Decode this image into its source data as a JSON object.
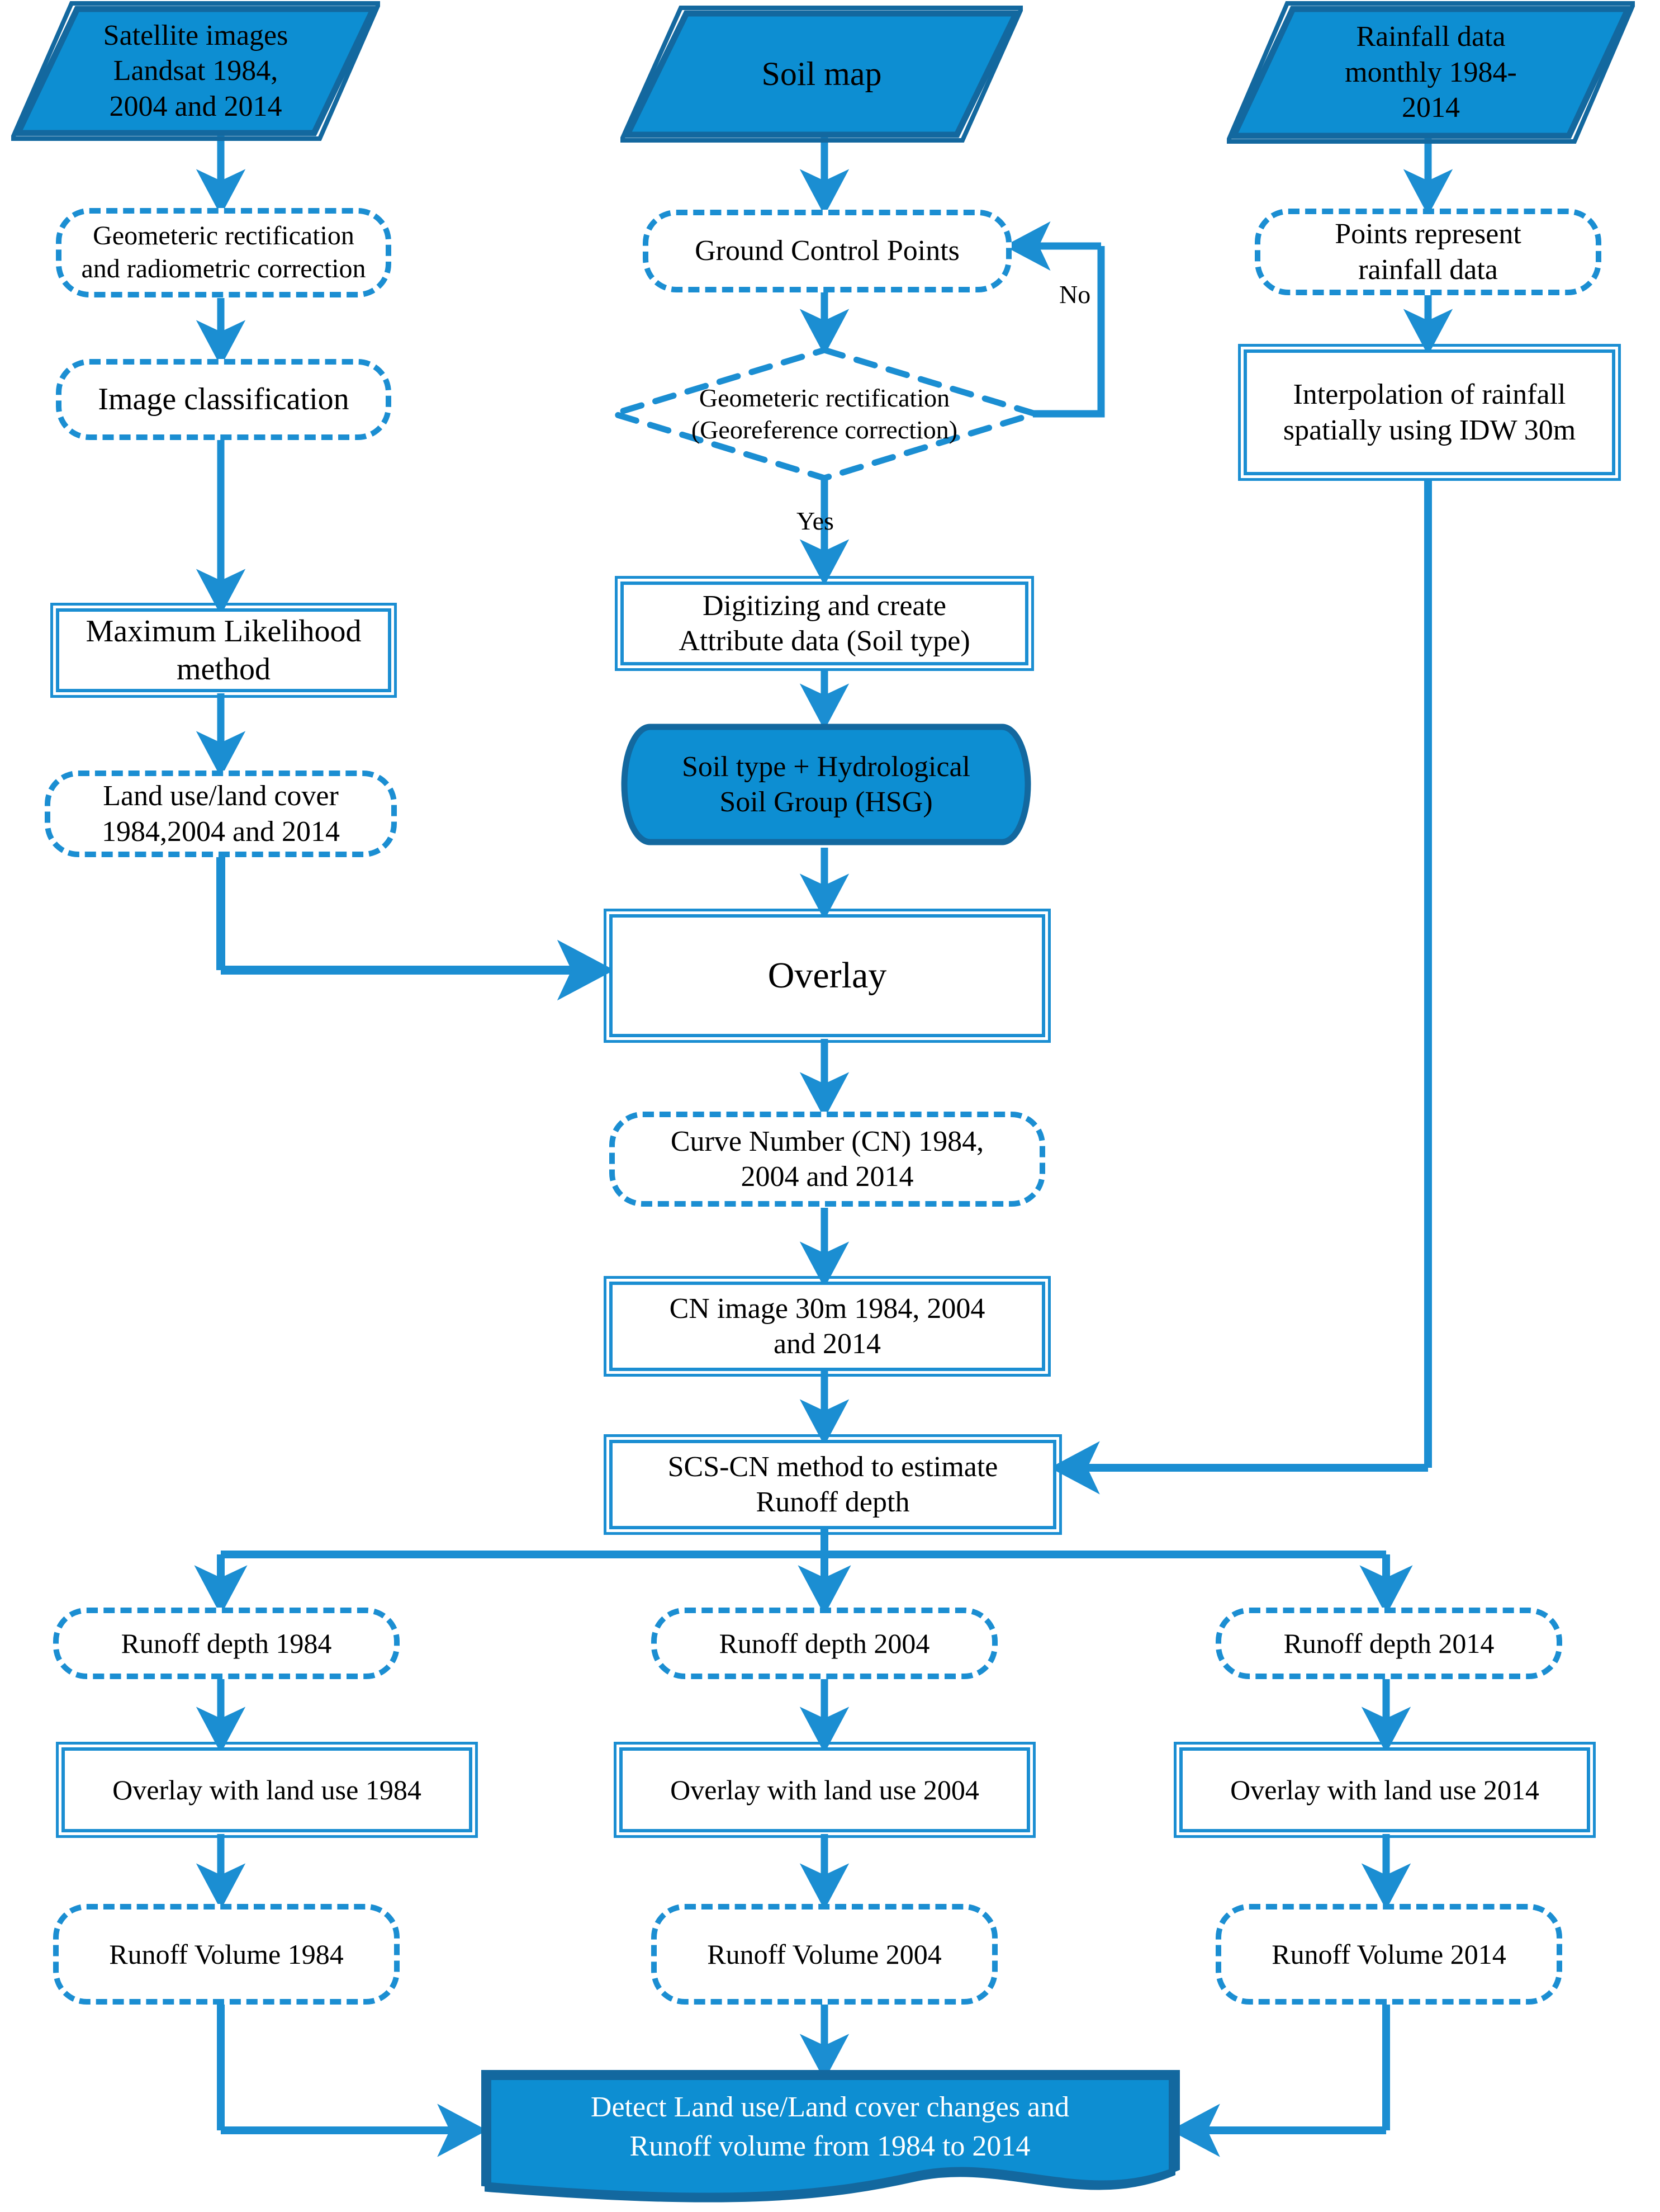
{
  "diagram": {
    "title": "Runoff and land use/land cover change methodology flowchart",
    "colors": {
      "accent_blue": "#1b8ed2",
      "dark_blue_border": "#13689f",
      "fill_blue": "#0d8ed2",
      "white": "#ffffff",
      "text_black": "#000000"
    }
  },
  "nodes": {
    "satellite_images": {
      "label": "Satellite images Landsat 1984, 2004 and 2014",
      "line1": "Satellite images",
      "line2": "Landsat 1984,",
      "line3": "2004 and 2014",
      "shape": "parallelogram-input"
    },
    "geometric_radiometric": {
      "line1": "Geometeric rectification",
      "line2": "and radiometric correction",
      "shape": "dashed-capsule"
    },
    "image_classification": {
      "line1": "Image classification",
      "shape": "dashed-capsule"
    },
    "maximum_likelihood": {
      "line1": "Maximum Likelihood",
      "line2": "method",
      "shape": "process"
    },
    "land_use_land_cover": {
      "line1": "Land use/land cover",
      "line2": "1984,2004 and 2014",
      "shape": "dashed-capsule"
    },
    "soil_map": {
      "line1": "Soil map",
      "shape": "parallelogram-input"
    },
    "ground_control_points": {
      "line1": "Ground Control Points",
      "shape": "dashed-capsule"
    },
    "georeference_decision": {
      "line1": "Geometeric rectification",
      "line2": "(Georeference correction)",
      "shape": "dashed-diamond"
    },
    "digitizing": {
      "line1": "Digitizing and create",
      "line2": "Attribute data (Soil type)",
      "shape": "process"
    },
    "soil_hsg": {
      "line1": "Soil type + Hydrological",
      "line2": "Soil Group (HSG)",
      "shape": "cylinder"
    },
    "overlay": {
      "line1": "Overlay",
      "shape": "process"
    },
    "curve_number": {
      "line1": "Curve Number (CN) 1984,",
      "line2": "2004 and 2014",
      "shape": "dashed-capsule"
    },
    "cn_image": {
      "line1": "CN image 30m 1984, 2004",
      "line2": "and 2014",
      "shape": "process"
    },
    "scs_cn_method": {
      "line1": "SCS-CN method to estimate",
      "line2": "Runoff depth",
      "shape": "process"
    },
    "rainfall_data": {
      "line1": "Rainfall data",
      "line2": "monthly 1984-",
      "line3": "2014",
      "shape": "parallelogram-input"
    },
    "points_rainfall": {
      "line1": "Points represent",
      "line2": "rainfall data",
      "shape": "dashed-capsule"
    },
    "interpolation_idw": {
      "line1": "Interpolation of rainfall",
      "line2": "spatially using IDW 30m",
      "shape": "process"
    },
    "runoff_depth_1984": {
      "line1": "Runoff depth 1984",
      "shape": "dashed-capsule"
    },
    "runoff_depth_2004": {
      "line1": "Runoff depth 2004",
      "shape": "dashed-capsule"
    },
    "runoff_depth_2014": {
      "line1": "Runoff depth 2014",
      "shape": "dashed-capsule"
    },
    "overlay_landuse_1984": {
      "line1": "Overlay with land use 1984",
      "shape": "process"
    },
    "overlay_landuse_2004": {
      "line1": "Overlay with land use 2004",
      "shape": "process"
    },
    "overlay_landuse_2014": {
      "line1": "Overlay with land use 2014",
      "shape": "process"
    },
    "runoff_volume_1984": {
      "line1": "Runoff Volume 1984",
      "shape": "dashed-capsule"
    },
    "runoff_volume_2004": {
      "line1": "Runoff Volume 2004",
      "shape": "dashed-capsule"
    },
    "runoff_volume_2014": {
      "line1": "Runoff Volume 2014",
      "shape": "dashed-capsule"
    },
    "detect_changes": {
      "line1": "Detect Land use/Land cover changes and",
      "line2": "Runoff volume from 1984 to 2014",
      "shape": "document"
    }
  },
  "edge_labels": {
    "no": "No",
    "yes": "Yes"
  }
}
